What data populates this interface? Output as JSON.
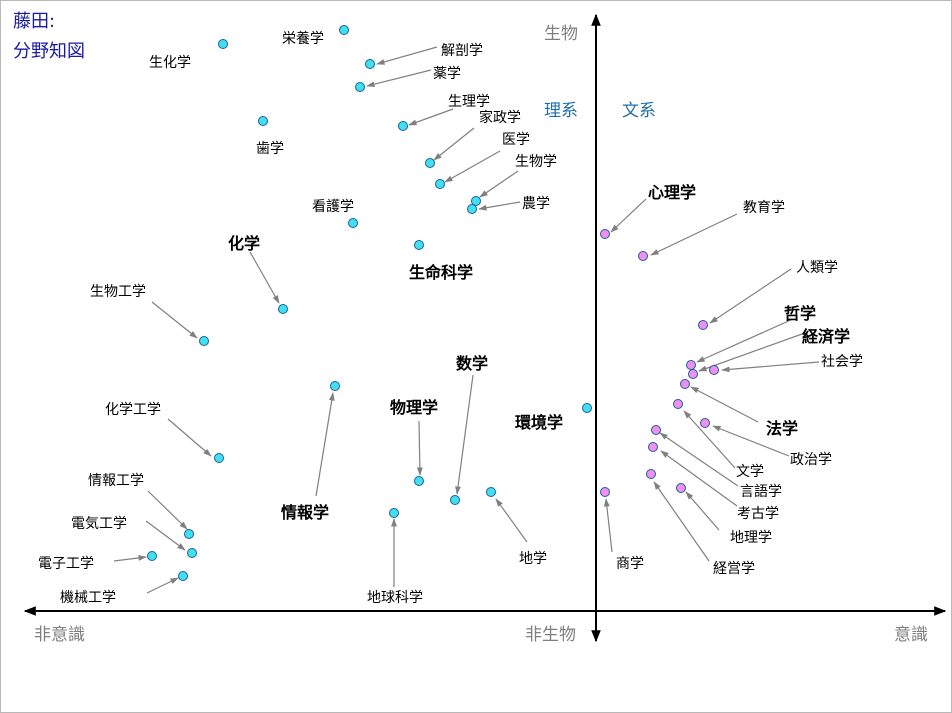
{
  "title": {
    "line1": "藤田:",
    "line2": "分野知図"
  },
  "axes": {
    "top": "生物",
    "bottom": "非生物",
    "left": "非意識",
    "right": "意識"
  },
  "halves": {
    "left": "理系",
    "right": "文系"
  },
  "colors": {
    "science_point": "#40e0f0",
    "humanities_point": "#ee90f0",
    "point_border": "#1f5f9a",
    "axis": "#000000",
    "arrow": "#808080",
    "title": "#1a1aa0",
    "axis_label": "#7f7f7f",
    "half_label": "#1f6fa8"
  },
  "fields": [
    {
      "id": "biochemistry",
      "label": "生化学",
      "group": "science",
      "major": false
    },
    {
      "id": "nutrition",
      "label": "栄養学",
      "group": "science",
      "major": false
    },
    {
      "id": "anatomy",
      "label": "解剖学",
      "group": "science",
      "major": false
    },
    {
      "id": "pharmacy",
      "label": "薬学",
      "group": "science",
      "major": false
    },
    {
      "id": "physiology",
      "label": "生理学",
      "group": "science",
      "major": false
    },
    {
      "id": "home-economics",
      "label": "家政学",
      "group": "science",
      "major": false
    },
    {
      "id": "dentistry",
      "label": "歯学",
      "group": "science",
      "major": false
    },
    {
      "id": "medicine",
      "label": "医学",
      "group": "science",
      "major": false
    },
    {
      "id": "biology",
      "label": "生物学",
      "group": "science",
      "major": false
    },
    {
      "id": "agriculture",
      "label": "農学",
      "group": "science",
      "major": false
    },
    {
      "id": "nursing",
      "label": "看護学",
      "group": "science",
      "major": false
    },
    {
      "id": "chemistry",
      "label": "化学",
      "group": "science",
      "major": true
    },
    {
      "id": "life-science",
      "label": "生命科学",
      "group": "science",
      "major": true
    },
    {
      "id": "bioengineering",
      "label": "生物工学",
      "group": "science",
      "major": false
    },
    {
      "id": "mathematics",
      "label": "数学",
      "group": "science",
      "major": true
    },
    {
      "id": "chemical-engineering",
      "label": "化学工学",
      "group": "science",
      "major": false
    },
    {
      "id": "physics",
      "label": "物理学",
      "group": "science",
      "major": true
    },
    {
      "id": "environmental-science",
      "label": "環境学",
      "group": "science",
      "major": true
    },
    {
      "id": "information-engineering",
      "label": "情報工学",
      "group": "science",
      "major": false
    },
    {
      "id": "informatics",
      "label": "情報学",
      "group": "science",
      "major": true
    },
    {
      "id": "electrical-engineering",
      "label": "電気工学",
      "group": "science",
      "major": false
    },
    {
      "id": "geography",
      "label": "地学",
      "group": "science",
      "major": false
    },
    {
      "id": "electronic-engineering",
      "label": "電子工学",
      "group": "science",
      "major": false
    },
    {
      "id": "mechanical-engineering",
      "label": "機械工学",
      "group": "science",
      "major": false
    },
    {
      "id": "earth-science",
      "label": "地球科学",
      "group": "science",
      "major": false
    },
    {
      "id": "psychology",
      "label": "心理学",
      "group": "humanities",
      "major": true
    },
    {
      "id": "education",
      "label": "教育学",
      "group": "humanities",
      "major": false
    },
    {
      "id": "anthropology",
      "label": "人類学",
      "group": "humanities",
      "major": false
    },
    {
      "id": "philosophy",
      "label": "哲学",
      "group": "humanities",
      "major": true
    },
    {
      "id": "economics",
      "label": "経済学",
      "group": "humanities",
      "major": true
    },
    {
      "id": "sociology",
      "label": "社会学",
      "group": "humanities",
      "major": false
    },
    {
      "id": "law",
      "label": "法学",
      "group": "humanities",
      "major": true
    },
    {
      "id": "political-science",
      "label": "政治学",
      "group": "humanities",
      "major": false
    },
    {
      "id": "literature",
      "label": "文学",
      "group": "humanities",
      "major": false
    },
    {
      "id": "linguistics",
      "label": "言語学",
      "group": "humanities",
      "major": false
    },
    {
      "id": "archaeology",
      "label": "考古学",
      "group": "humanities",
      "major": false
    },
    {
      "id": "human-geography",
      "label": "地理学",
      "group": "humanities",
      "major": false
    },
    {
      "id": "commerce",
      "label": "商学",
      "group": "humanities",
      "major": false
    },
    {
      "id": "business-administration",
      "label": "経営学",
      "group": "humanities",
      "major": false
    }
  ]
}
